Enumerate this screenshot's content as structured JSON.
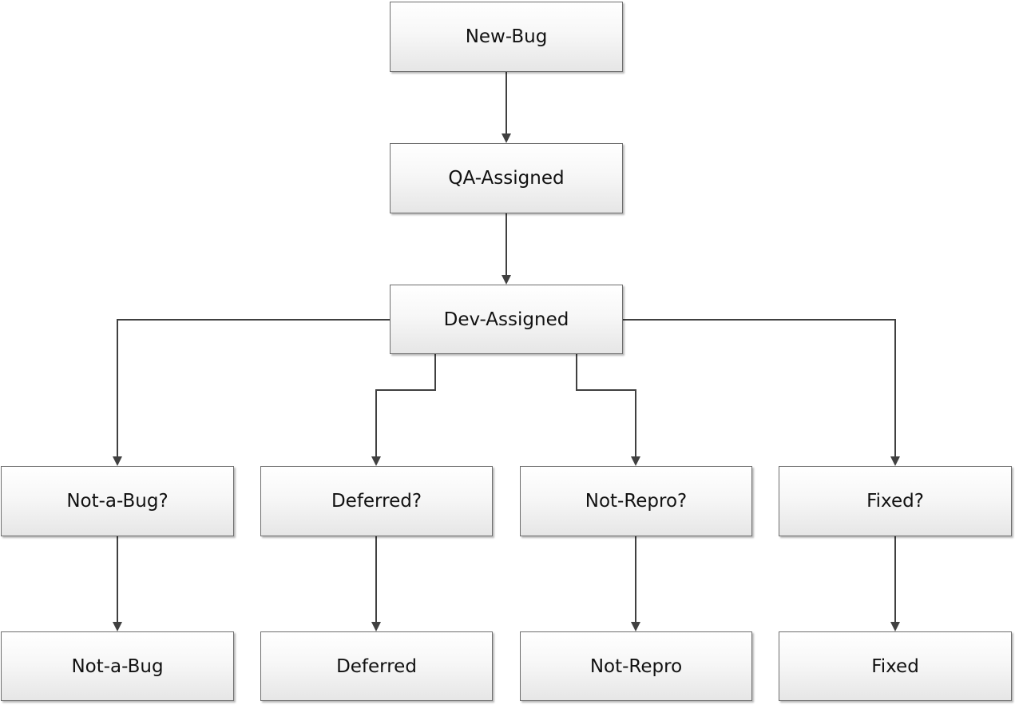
{
  "diagram": {
    "type": "flowchart",
    "nodes": {
      "new_bug": "New-Bug",
      "qa_assigned": "QA-Assigned",
      "dev_assigned": "Dev-Assigned",
      "not_a_bug_q": "Not-a-Bug?",
      "deferred_q": "Deferred?",
      "not_repro_q": "Not-Repro?",
      "fixed_q": "Fixed?",
      "not_a_bug": "Not-a-Bug",
      "deferred": "Deferred",
      "not_repro": "Not-Repro",
      "fixed": "Fixed"
    },
    "edges": [
      {
        "from": "new_bug",
        "to": "qa_assigned"
      },
      {
        "from": "qa_assigned",
        "to": "dev_assigned"
      },
      {
        "from": "dev_assigned",
        "to": "not_a_bug_q"
      },
      {
        "from": "dev_assigned",
        "to": "deferred_q"
      },
      {
        "from": "dev_assigned",
        "to": "not_repro_q"
      },
      {
        "from": "dev_assigned",
        "to": "fixed_q"
      },
      {
        "from": "not_a_bug_q",
        "to": "not_a_bug"
      },
      {
        "from": "deferred_q",
        "to": "deferred"
      },
      {
        "from": "not_repro_q",
        "to": "not_repro"
      },
      {
        "from": "fixed_q",
        "to": "fixed"
      }
    ],
    "colors": {
      "connector": "#404040",
      "box_border": "#6e6e6e",
      "box_fill_top": "#ffffff",
      "box_fill_bottom": "#e6e6e6",
      "text": "#111111"
    }
  }
}
